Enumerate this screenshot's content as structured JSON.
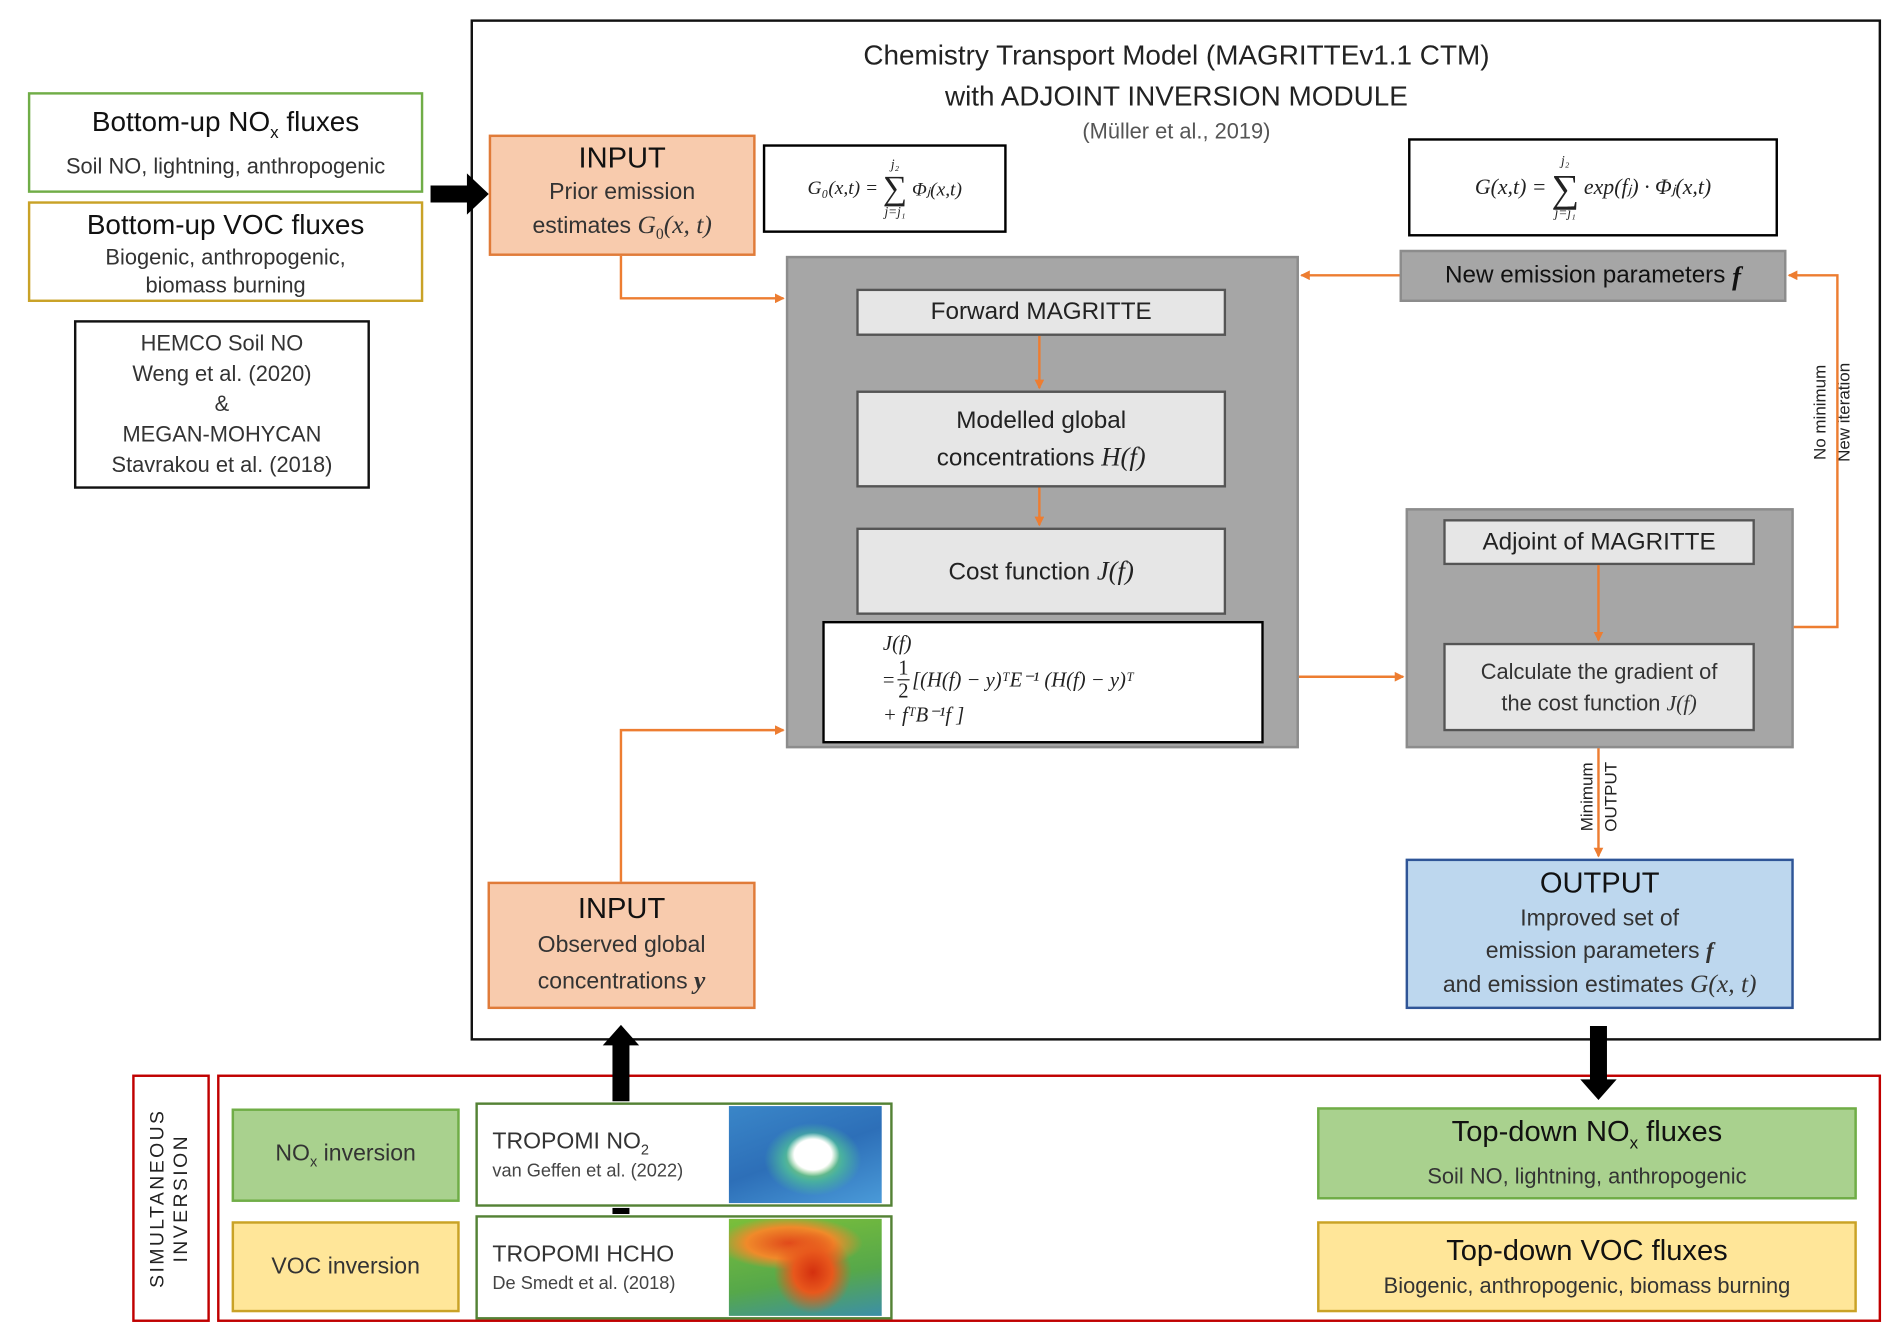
{
  "title": {
    "line1": "Chemistry Transport Model (MAGRITTEv1.1 CTM)",
    "line2": "with ADJOINT INVERSION MODULE",
    "citation": "(Müller et al., 2019)"
  },
  "bottom_up": {
    "nox": {
      "title_pre": "Bottom-up NO",
      "title_sub": "x",
      "title_post": " fluxes",
      "subtitle": "Soil NO, lightning, anthropogenic"
    },
    "voc": {
      "title": "Bottom-up VOC fluxes",
      "line1": "Biogenic, anthropogenic,",
      "line2": "biomass burning"
    },
    "refs": [
      "HEMCO Soil NO",
      "Weng et al. (2020)",
      "&",
      "MEGAN-MOHYCAN",
      "Stavrakou et al. (2018)"
    ]
  },
  "input_prior": {
    "title": "INPUT",
    "line1": "Prior emission",
    "line2": "estimates",
    "math": "G",
    "math_sub": "0",
    "math_args": "(x, t)"
  },
  "formula_g0": {
    "lhs": "G₀(x,t) =",
    "upper": "j₂",
    "lower": "j=j₁",
    "rhs": "Φⱼ(x,t)"
  },
  "formula_g": {
    "lhs": "G(x,t) =",
    "upper": "j₂",
    "lower": "j=j₁",
    "rhs": "exp(fⱼ) · Φⱼ(x,t)"
  },
  "forward_panel": {
    "forward": "Forward MAGRITTE",
    "modelled_line1": "Modelled global",
    "modelled_line2": "concentrations",
    "modelled_math": "H(f)",
    "cost": "Cost function",
    "cost_math": "J(f)",
    "j_formula": {
      "line1": "J(f)",
      "line2_pre": "=",
      "frac_num": "1",
      "frac_den": "2",
      "line2": "[(H(f) − y)ᵀE⁻¹ (H(f) − y)ᵀ",
      "line3": "+ fᵀB⁻¹f ]"
    }
  },
  "new_params": {
    "label": "New emission parameters",
    "math": "f"
  },
  "loop_labels": {
    "no_minimum": "No minimum",
    "new_iteration": "New iteration",
    "minimum": "Minimum",
    "output": "OUTPUT"
  },
  "adjoint_panel": {
    "adjoint": "Adjoint of MAGRITTE",
    "gradient_line1": "Calculate the gradient of",
    "gradient_line2": "the cost function",
    "gradient_math": "J(f)"
  },
  "output": {
    "title": "OUTPUT",
    "line1": "Improved set of",
    "line2": "emission parameters",
    "line2_math": "f",
    "line3": "and emission estimates",
    "line3_math": "G(x, t)"
  },
  "input_obs": {
    "title": "INPUT",
    "line1": "Observed global",
    "line2": "concentrations",
    "math": "y"
  },
  "simultaneous": {
    "line1": "SIMULTANEOUS",
    "line2": "INVERSION"
  },
  "inversions": {
    "nox_pre": "NO",
    "nox_sub": "x",
    "nox_post": " inversion",
    "voc": "VOC inversion"
  },
  "satellites": [
    {
      "title_pre": "TROPOMI NO",
      "title_sub": "2",
      "ref": "van Geffen et al. (2022)"
    },
    {
      "title_pre": "TROPOMI HCHO",
      "title_sub": "",
      "ref": "De Smedt et al. (2018)"
    }
  ],
  "top_down": {
    "nox": {
      "title_pre": "Top-down NO",
      "title_sub": "x",
      "title_post": " fluxes",
      "subtitle": "Soil NO, lightning, anthropogenic"
    },
    "voc": {
      "title": "Top-down VOC fluxes",
      "subtitle": "Biogenic, anthropogenic, biomass burning"
    }
  },
  "colors": {
    "orange_arrow": "#ed7d31",
    "input_fill": "#f8cbad",
    "output_fill": "#bdd7ee",
    "panel_gray": "#a6a6a6",
    "nox_green": "#a9d18e",
    "voc_yellow": "#ffe699",
    "red_frame": "#c00000"
  }
}
